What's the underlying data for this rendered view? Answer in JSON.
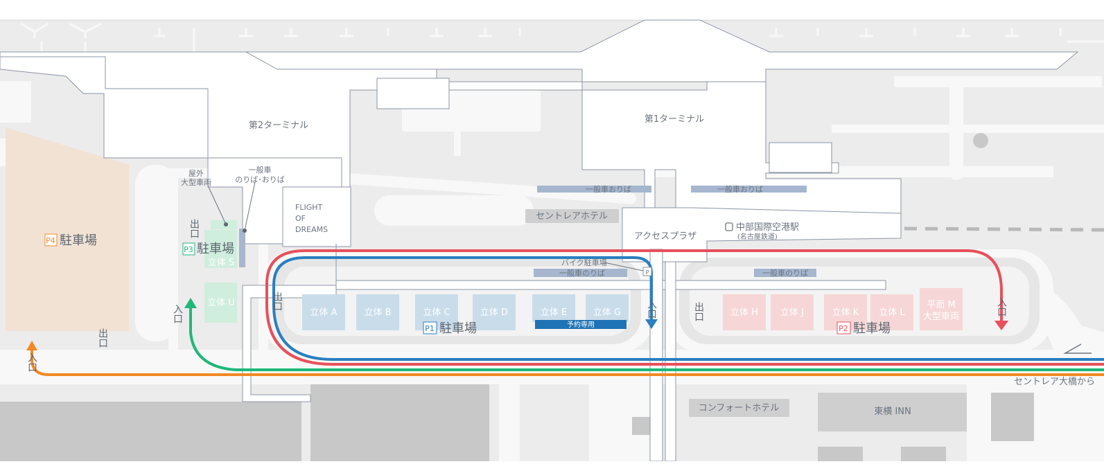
{
  "terminals": {
    "t1": "第1ターミナル",
    "t2": "第2ターミナル",
    "flight_of_dreams": [
      "FLIGHT",
      "OF",
      "DREAMS"
    ],
    "access_plaza": "アクセスプラザ"
  },
  "station": {
    "name": "中部国際空港駅",
    "sub": "(名古屋鉄道)"
  },
  "hotels": {
    "centrair": "セントレアホテル",
    "comfort": "コンフォートホテル",
    "toyoko": "東横 INN"
  },
  "lanes": {
    "dropoff_left": "一般車おりば",
    "dropoff_right": "一般車おりば",
    "pickup_p1": "一般車のりば",
    "pickup_p2": "一般車のりば"
  },
  "parking": {
    "suffix": "駐車場",
    "p1": "P1",
    "p2": "P2",
    "p3": "P3",
    "p4": "P4",
    "p1_blocks": [
      "立体 A",
      "立体 B",
      "立体 C",
      "立体 D",
      "立体 E",
      "立体 G"
    ],
    "p2_blocks": [
      "立体 H",
      "立体 J",
      "立体 K",
      "立体 L"
    ],
    "p2_flat_m": [
      "平面 M",
      "大型車両"
    ],
    "p3_blocks": [
      "立体 S",
      "立体 U"
    ],
    "reserved": "予約専用",
    "bike": "バイク駐車場",
    "p_icon": "P"
  },
  "p3_labels": {
    "large_vehicle": [
      "屋外",
      "大型車両"
    ],
    "general": [
      "一般車",
      "のりば･おりば"
    ]
  },
  "signs": {
    "exit": "出口",
    "entrance": "入口"
  },
  "bridge": "セントレア大橋から",
  "colors": {
    "route_red": "#e8505b",
    "route_blue": "#2a7fc0",
    "route_green": "#1fb87a",
    "route_orange": "#f08a24",
    "p1_block": "#c9dcea",
    "p2_block": "#f6d6d6",
    "p3_block": "#cfeedd",
    "p4_area": "#f2e2d4",
    "road_label": "#a6b6cf",
    "hotel": "#cfcfcf"
  }
}
